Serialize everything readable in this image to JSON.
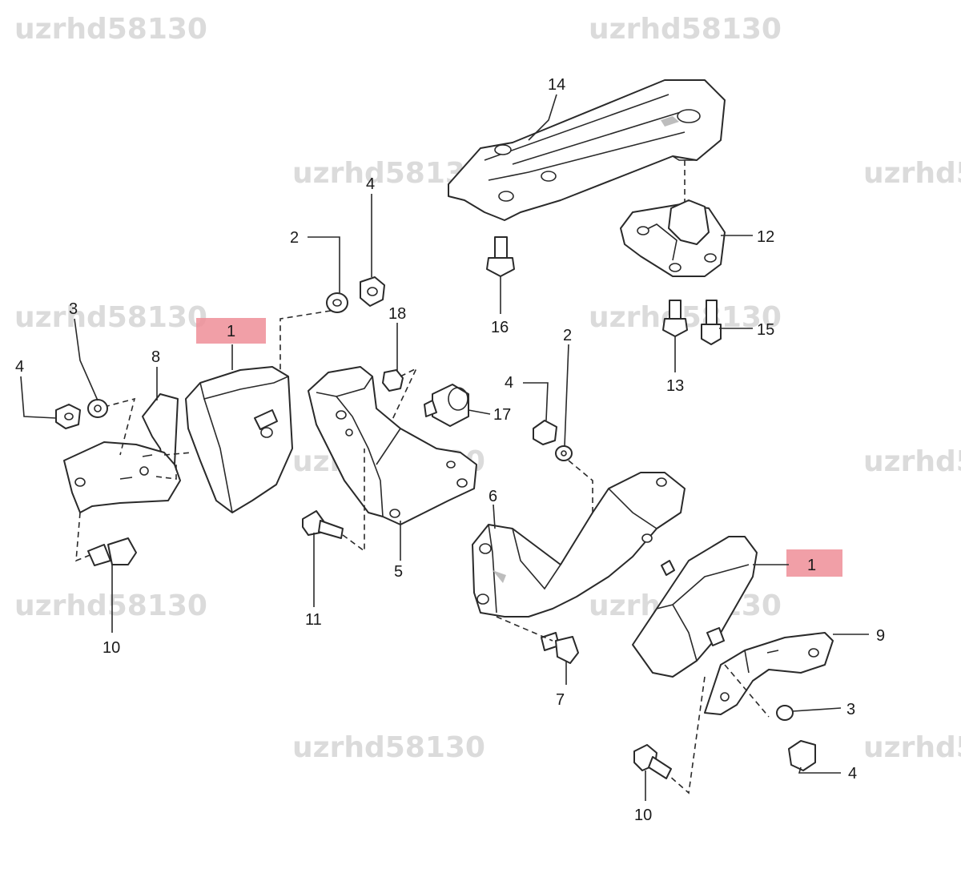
{
  "watermarks": [
    "uzrhd58130",
    "uzrhd58130",
    "uzrhd58130",
    "uzrhd5",
    "uzrhd58130",
    "uzrhd58130",
    "uzrhd58130",
    "uzrhd5",
    "uzrhd58130",
    "uzrhd58130",
    "uzrhd58130",
    "uzrhd5"
  ],
  "labels": {
    "p14": "14",
    "p12": "12",
    "p15": "15",
    "p13": "13",
    "p16": "16",
    "p2_top": "2",
    "p4_top": "4",
    "p18": "18",
    "p17": "17",
    "p1_left": "1",
    "p3_left": "3",
    "p4_left": "4",
    "p8": "8",
    "p10_left": "10",
    "p11": "11",
    "p5": "5",
    "p4_right": "4",
    "p2_right": "2",
    "p6": "6",
    "p1_right": "1",
    "p9": "9",
    "p7": "7",
    "p3_right": "3",
    "p4_bottom": "4",
    "p10_right": "10"
  },
  "colors": {
    "highlight": "#ee8e98",
    "line": "#2a2a2a",
    "watermark": "#cfcfcf"
  }
}
